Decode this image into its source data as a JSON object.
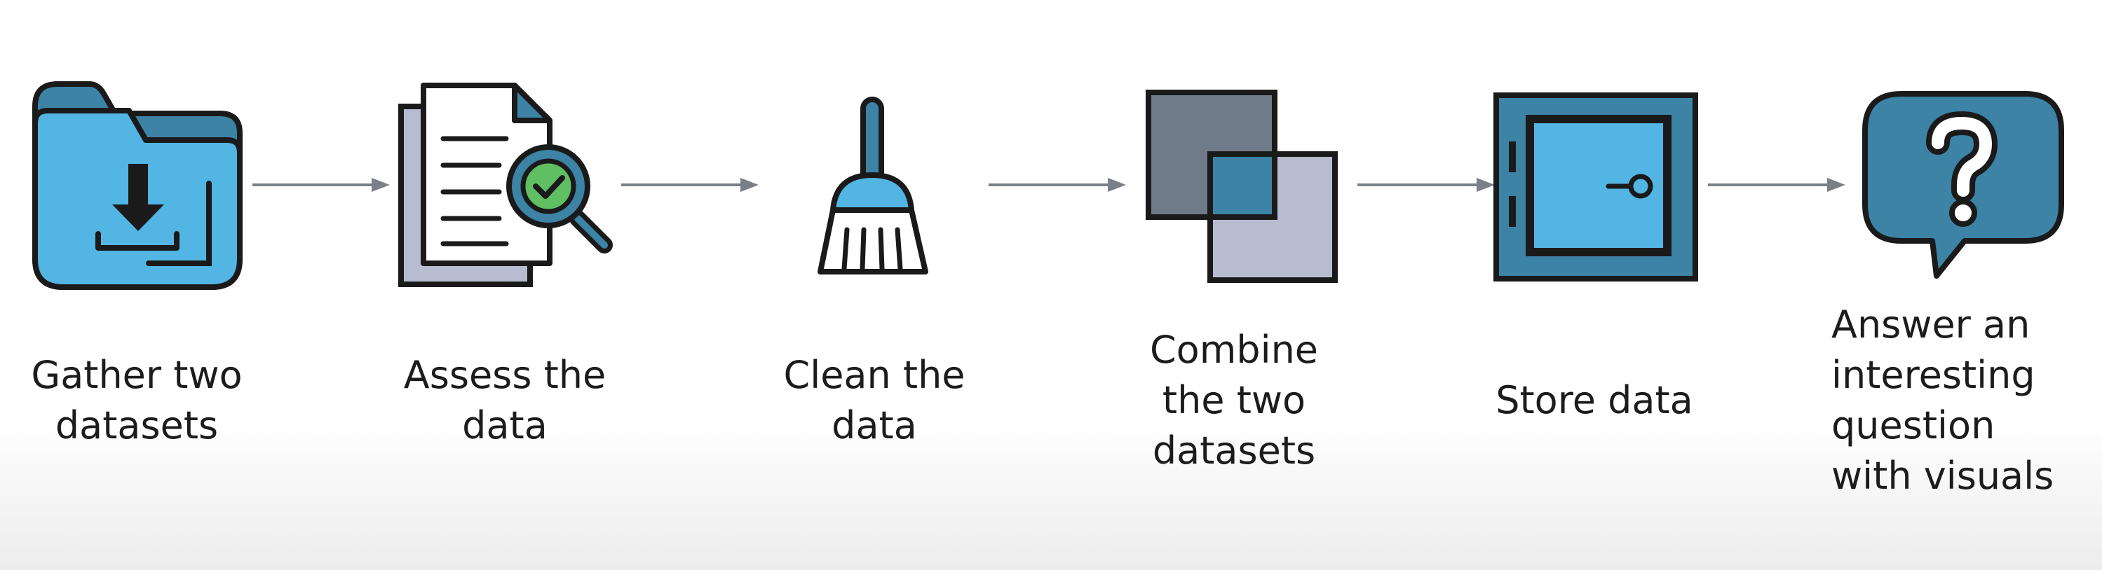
{
  "colors": {
    "outline": "#1a1a1a",
    "light_blue": "#52b5e3",
    "dark_blue": "#3c83a6",
    "gray_lavender": "#b8bcd0",
    "slate": "#707b89",
    "check_green": "#5fbf62",
    "arrow": "#7a8088"
  },
  "steps": [
    {
      "icon": "download-folder-icon",
      "lines": [
        "Gather two",
        "datasets"
      ]
    },
    {
      "icon": "document-magnifier-check-icon",
      "lines": [
        "Assess the",
        "data"
      ]
    },
    {
      "icon": "broom-icon",
      "lines": [
        "Clean the",
        "data"
      ]
    },
    {
      "icon": "overlapping-squares-icon",
      "lines": [
        "Combine",
        "the two",
        "datasets"
      ]
    },
    {
      "icon": "safe-icon",
      "lines": [
        "Store data"
      ]
    },
    {
      "icon": "question-speech-bubble-icon",
      "lines": [
        "Answer an",
        "interesting",
        "question",
        "with visuals"
      ]
    }
  ]
}
